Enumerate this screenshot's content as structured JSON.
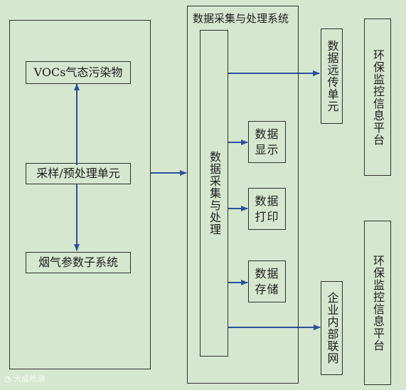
{
  "left_group": {
    "top_node": "VOCs气态污染物",
    "middle_node": "采样/预处理单元",
    "bottom_node": "烟气参数子系统"
  },
  "center_group": {
    "title": "数据采集与处理系统",
    "core_node": "数据采集与处理",
    "display_node": "数据显示",
    "print_node": "数据打印",
    "storage_node": "数据存储"
  },
  "right_group": {
    "remote_node": "数据远传单元",
    "intranet_node": "企业内部联网",
    "platform_top": "环保监控信息平台",
    "platform_bottom": "环保监控信息平台"
  },
  "watermark": "大成检测",
  "colors": {
    "background": "#d5e8cf",
    "box_border": "#2f2f2f",
    "arrow": "#2f4f9a"
  }
}
